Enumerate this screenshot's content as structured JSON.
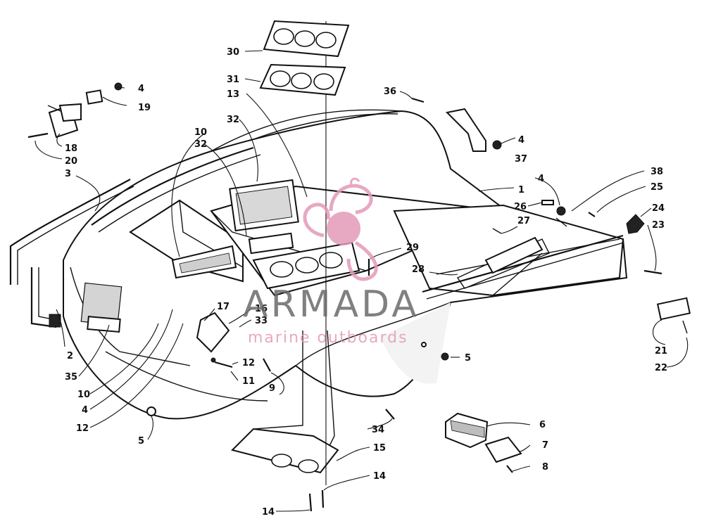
{
  "watermark": {
    "brand": "ARMADA",
    "tagline": "marine outboards",
    "brand_color": "#6a6a6a",
    "tagline_color": "#e39ab8",
    "logo_color": "#e39ab8"
  },
  "callouts": {
    "c1": "1",
    "c2": "2",
    "c3": "3",
    "c4a": "4",
    "c4b": "4",
    "c4c": "4",
    "c4d": "4",
    "c5a": "5",
    "c5b": "5",
    "c6": "6",
    "c7": "7",
    "c8": "8",
    "c9": "9",
    "c10a": "10",
    "c10b": "10",
    "c11": "11",
    "c12a": "12",
    "c12b": "12",
    "c13": "13",
    "c14a": "14",
    "c14b": "14",
    "c15": "15",
    "c16": "16",
    "c17": "17",
    "c18": "18",
    "c19": "19",
    "c20": "20",
    "c21": "21",
    "c22": "22",
    "c23": "23",
    "c24": "24",
    "c25": "25",
    "c26": "26",
    "c27": "27",
    "c28": "28",
    "c29": "29",
    "c30": "30",
    "c31": "31",
    "c32a": "32",
    "c32b": "32",
    "c33": "33",
    "c34": "34",
    "c35": "35",
    "c36": "36",
    "c37": "37",
    "c38": "38"
  }
}
